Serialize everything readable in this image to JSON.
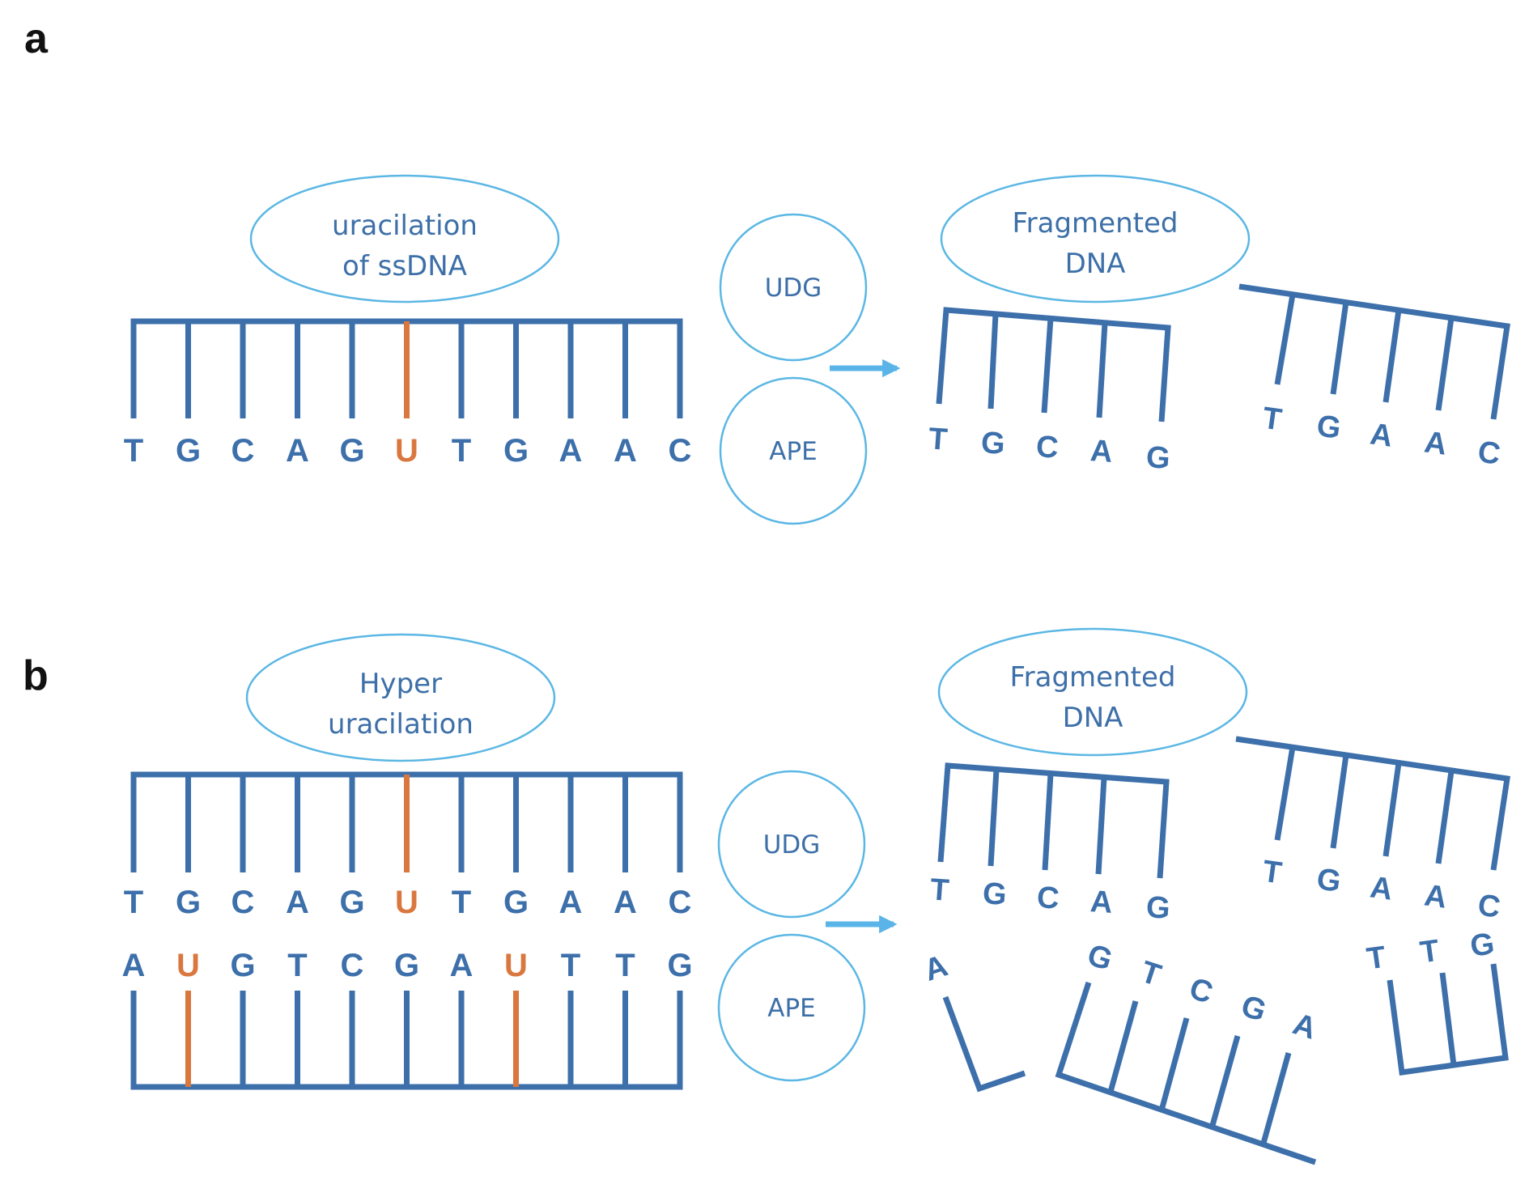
{
  "colors": {
    "strand": "#3d70ab",
    "uracil": "#d9773f",
    "bubble_outline": "#5bb7e4",
    "arrow": "#5ab4e8",
    "label_text": "#3d6fa8"
  },
  "panel_a": {
    "label": "a",
    "top_bubble": [
      "uracilation",
      "of ssDNA"
    ],
    "strand_bases": [
      "T",
      "G",
      "C",
      "A",
      "G",
      "U",
      "T",
      "G",
      "A",
      "A",
      "C"
    ],
    "uracil_positions": [
      5
    ],
    "enzymes": [
      "UDG",
      "APE"
    ],
    "result_bubble": [
      "Fragmented",
      "DNA"
    ],
    "fragment_1_bases": [
      "T",
      "G",
      "C",
      "A",
      "G"
    ],
    "fragment_2_bases": [
      "T",
      "G",
      "A",
      "A",
      "C"
    ]
  },
  "panel_b": {
    "label": "b",
    "top_bubble": [
      "Hyper",
      "uracilation"
    ],
    "top_strand_bases": [
      "T",
      "G",
      "C",
      "A",
      "G",
      "U",
      "T",
      "G",
      "A",
      "A",
      "C"
    ],
    "top_uracil_positions": [
      5
    ],
    "bottom_strand_bases": [
      "A",
      "U",
      "G",
      "T",
      "C",
      "G",
      "A",
      "U",
      "T",
      "T",
      "G"
    ],
    "bottom_uracil_positions": [
      1,
      7
    ],
    "enzymes": [
      "UDG",
      "APE"
    ],
    "result_bubble": [
      "Fragmented",
      "DNA"
    ],
    "fragment_top_1_bases": [
      "T",
      "G",
      "C",
      "A",
      "G"
    ],
    "fragment_top_2_bases": [
      "T",
      "G",
      "A",
      "A",
      "C"
    ],
    "fragment_bottom_1_bases": [
      "A"
    ],
    "fragment_bottom_2_bases": [
      "G",
      "T",
      "C",
      "G",
      "A"
    ],
    "fragment_bottom_3_bases": [
      "T",
      "T",
      "G"
    ]
  }
}
